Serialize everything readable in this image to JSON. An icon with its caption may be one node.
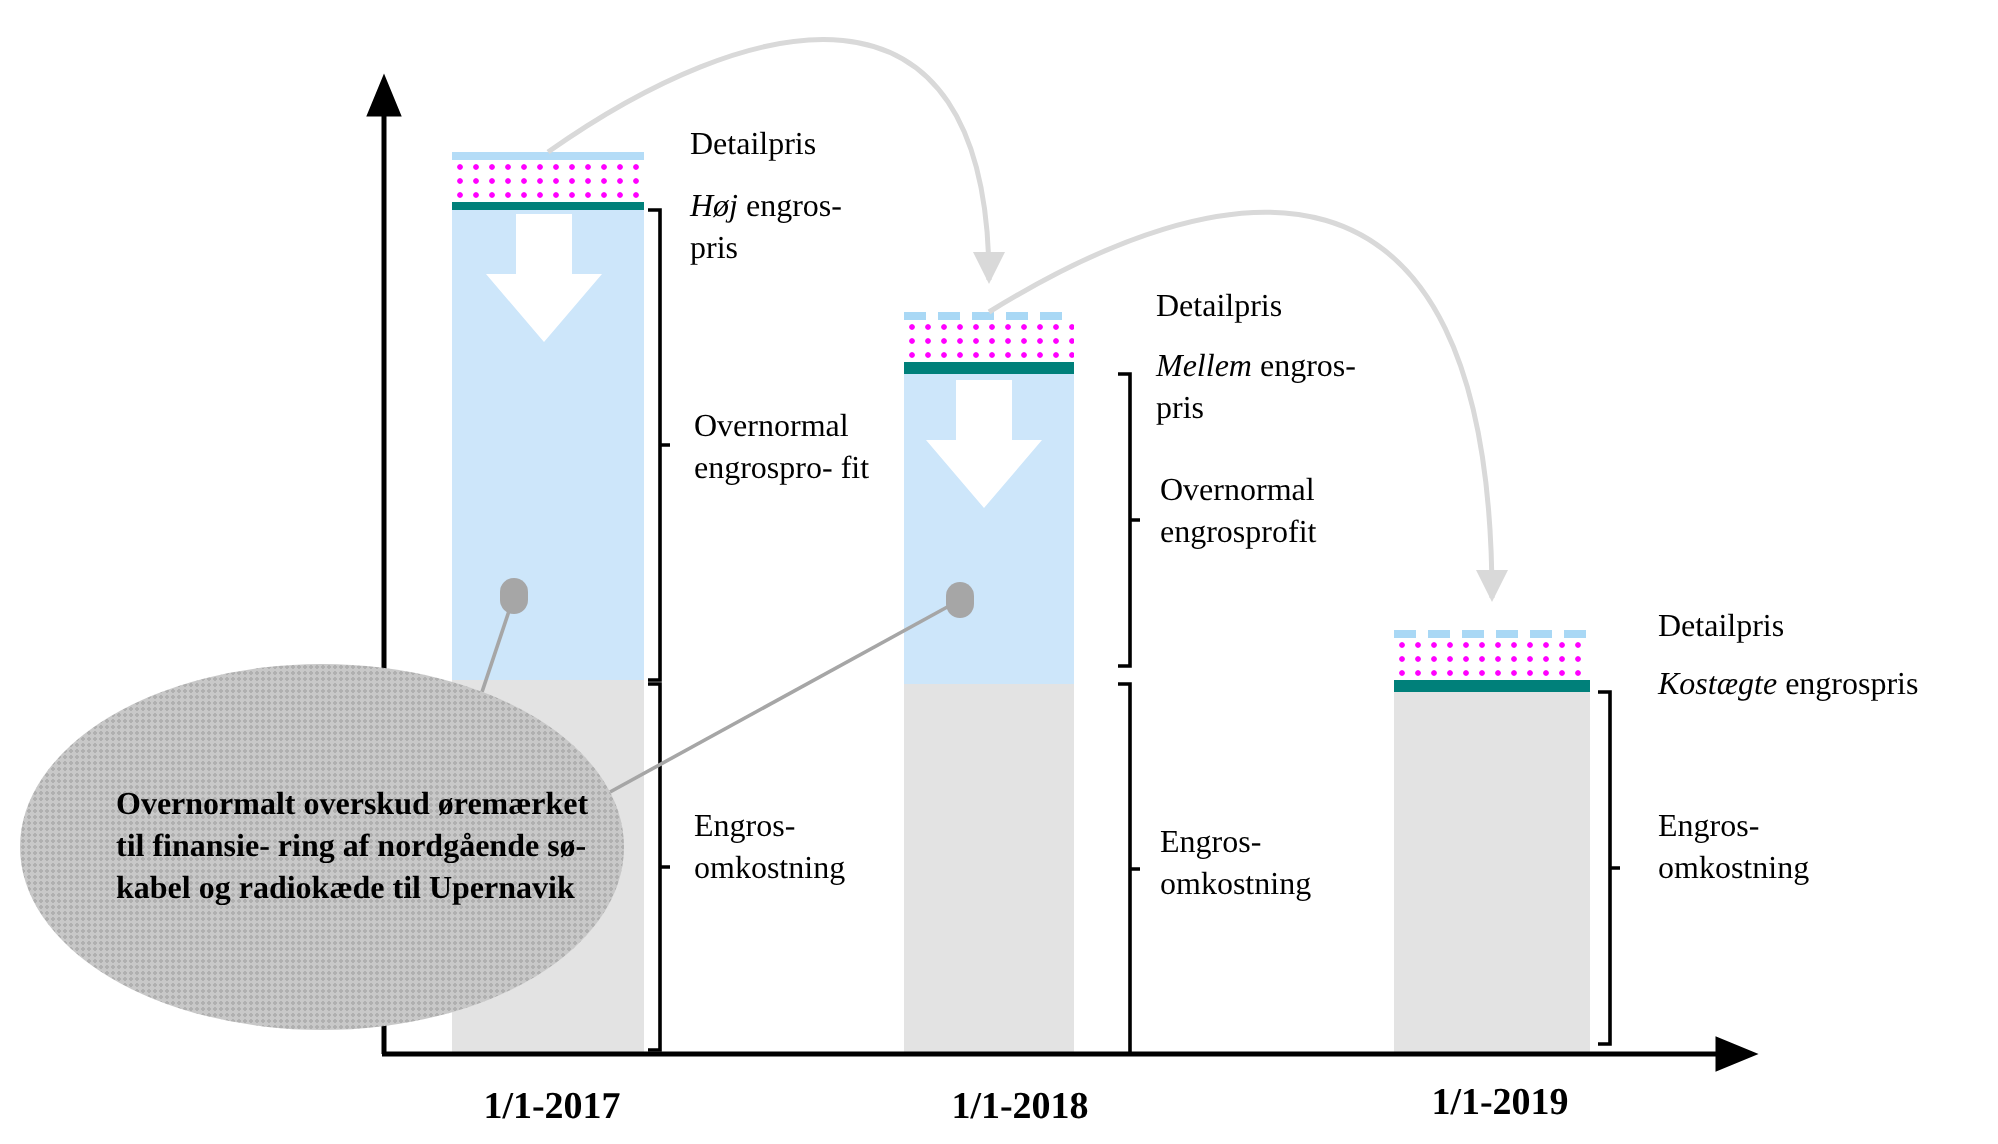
{
  "diagram": {
    "nodes": [
      {
        "text": [],
        "shape": "bar"
      },
      {
        "text": [],
        "shape": "circle",
        "in": 0
      },
      {
        "text": [],
        "shape": "bar"
      },
      {
        "text": [],
        "shape": "circle",
        "in": 2
      },
      {
        "text": [],
        "shape": "bar"
      },
      {
        "text": [
          "Overnormalt overskud øremærket til finansie- ring af nordgående sø- kabel og radiokæde til Upernavik"
        ]
      }
    ],
    "edges": [
      {
        "from": 0,
        "to": 2,
        "arrow": "to",
        "color": "#d9d9d9"
      },
      {
        "from": 2,
        "to": 4,
        "arrow": "to",
        "color": "#d9d9d9"
      },
      {
        "from": 5,
        "to": 1,
        "arrow": "none",
        "color": "#a6a6a6"
      },
      {
        "from": 5,
        "to": 3,
        "arrow": "none",
        "color": "#a6a6a6"
      }
    ],
    "labels": [
      "Detailpris",
      "*Høj* engros- pris",
      "Overnormal engrospro- fit",
      "Engros- omkostning",
      "Detailpris",
      "*Mellem* engros- pris",
      "Overnormal engrosprofit",
      "Engros- omkostning",
      "Detailpris",
      "*Kostægte* engrospris",
      "Engros- omkostning",
      "1/1-2017",
      "1/1-2018",
      "1/1-2019"
    ]
  }
}
